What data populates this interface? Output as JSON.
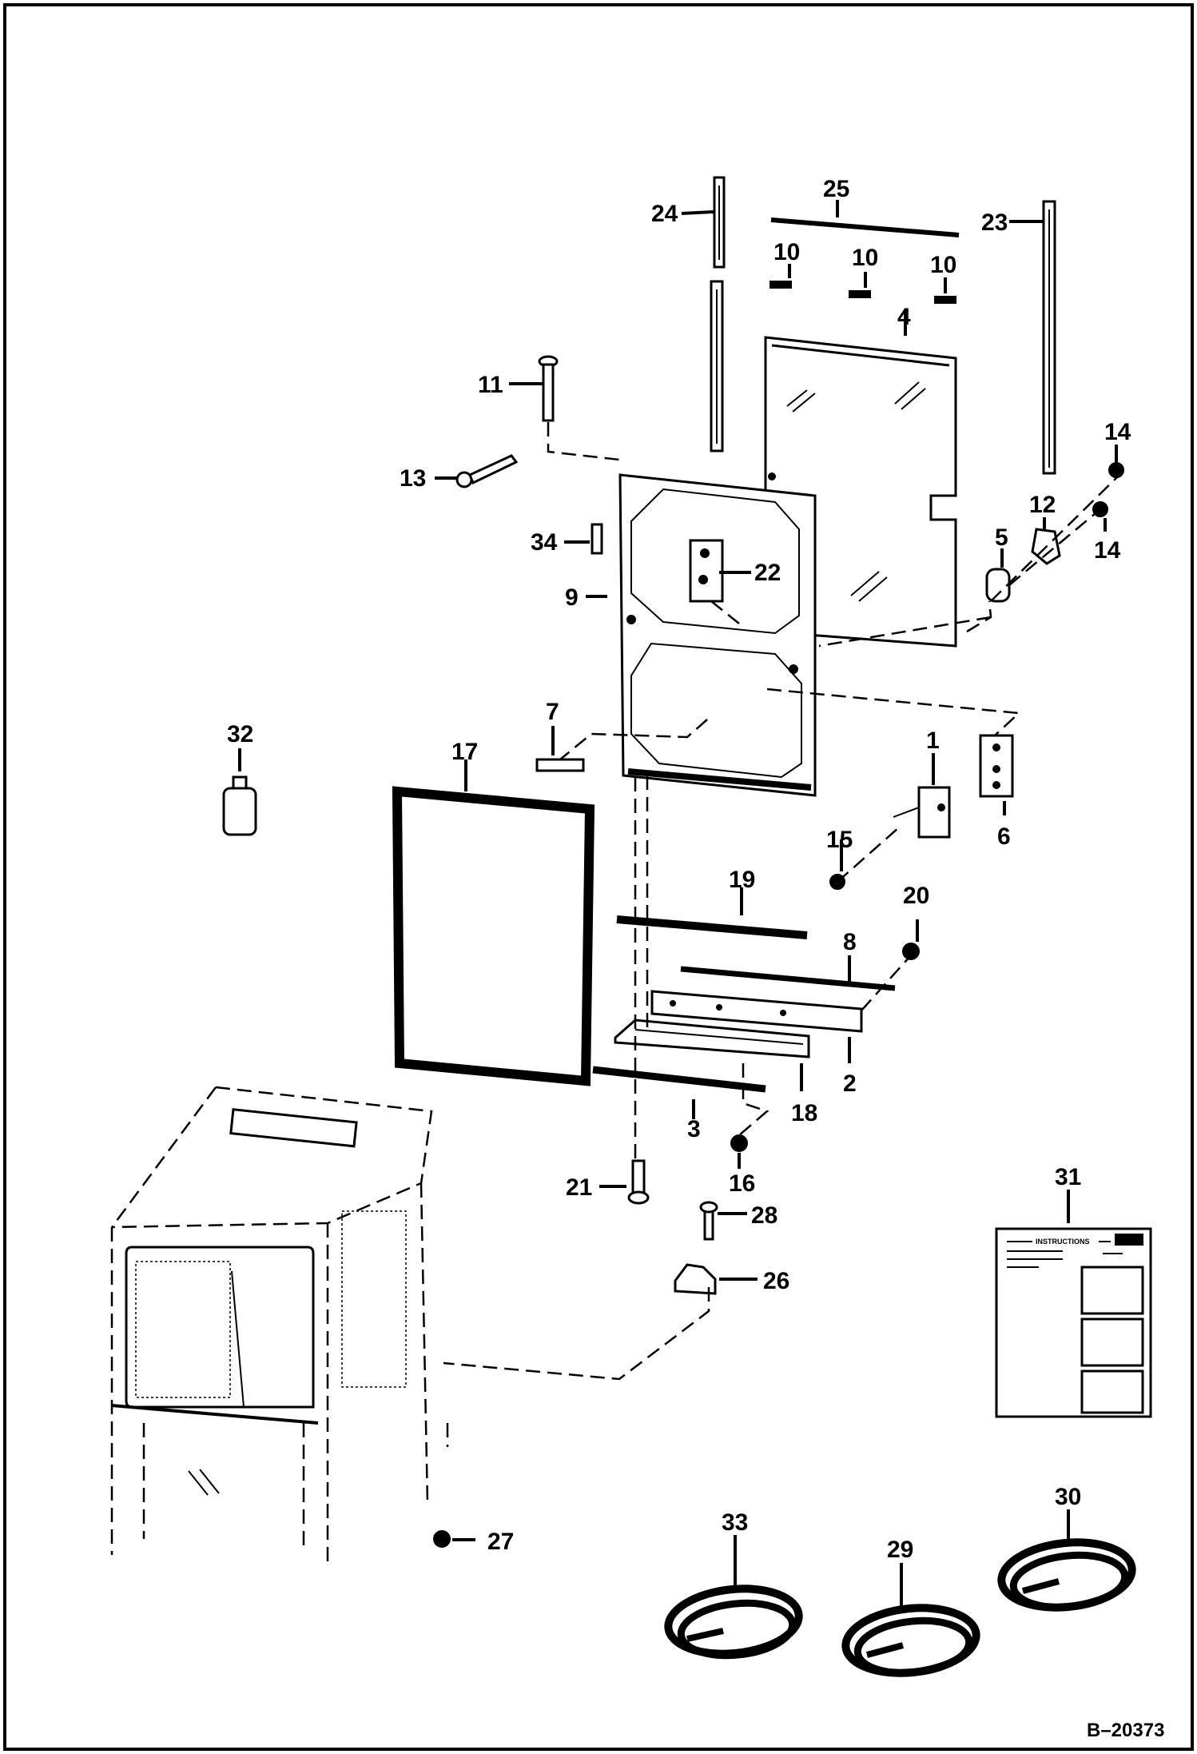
{
  "callouts": {
    "c1": "1",
    "c2": "2",
    "c3": "3",
    "c4": "4",
    "c5": "5",
    "c6": "6",
    "c7": "7",
    "c8": "8",
    "c9": "9",
    "c10a": "10",
    "c10b": "10",
    "c10c": "10",
    "c11": "11",
    "c12": "12",
    "c13": "13",
    "c14a": "14",
    "c14b": "14",
    "c15": "15",
    "c16": "16",
    "c17": "17",
    "c18": "18",
    "c19": "19",
    "c20": "20",
    "c21": "21",
    "c22": "22",
    "c23": "23",
    "c24": "24",
    "c25": "25",
    "c26": "26",
    "c27": "27",
    "c28": "28",
    "c29": "29",
    "c30": "30",
    "c31": "31",
    "c32": "32",
    "c33": "33",
    "c34": "34"
  },
  "instruction_sheet": {
    "heading": "INSTRUCTIONS"
  },
  "figure_ref": "B–20373"
}
